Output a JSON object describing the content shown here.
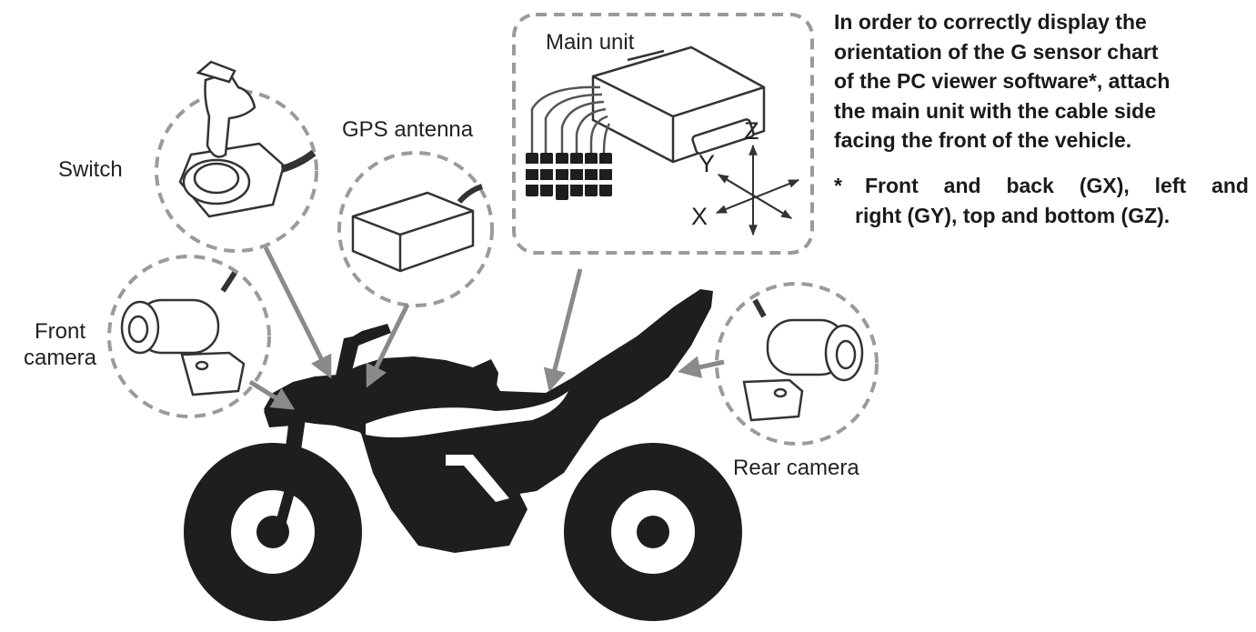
{
  "labels": {
    "switch": "Switch",
    "gps_antenna": "GPS antenna",
    "main_unit": "Main unit",
    "front_camera_line1": "Front",
    "front_camera_line2": "camera",
    "rear_camera": "Rear camera",
    "axis_x": "X",
    "axis_y": "Y",
    "axis_z": "Z"
  },
  "description": {
    "lines": [
      "In order to correctly display the",
      "orientation of the G sensor chart",
      "of the PC viewer software*, attach",
      "the main unit with the cable side",
      "facing the front of the vehicle."
    ]
  },
  "note": {
    "marker": "*",
    "line1_words": [
      "Front",
      "and",
      "back",
      "(GX),",
      "left",
      "and"
    ],
    "line2": "right (GY), top and bottom (GZ)."
  },
  "colors": {
    "silhouette": "#1e1e1e",
    "arrow": "#8a8a8a",
    "dashed_border": "#9a9a9a",
    "text": "#1a1a1a"
  }
}
